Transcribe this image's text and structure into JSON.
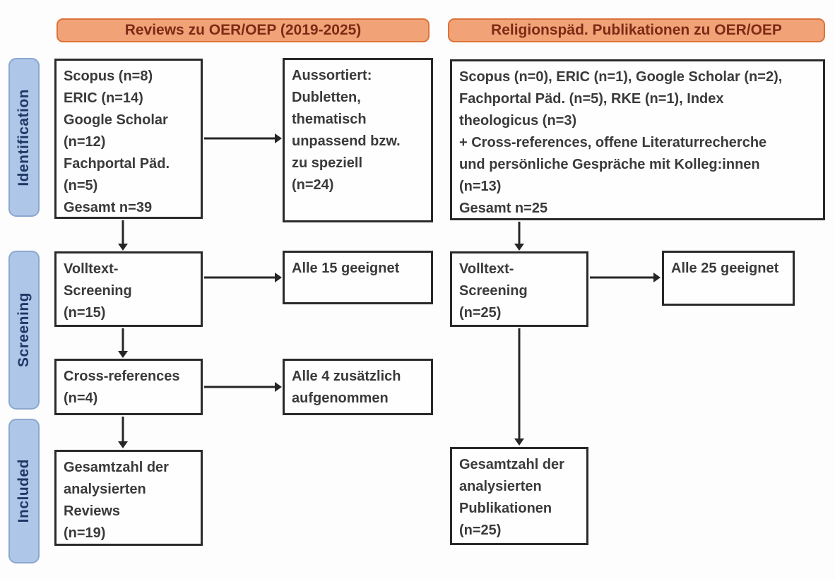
{
  "colors": {
    "header_fill": "#f1a377",
    "header_border": "#dd7239",
    "header_text": "#7e2a16",
    "stage_fill": "#aec6e8",
    "stage_border": "#8ba7cf",
    "stage_text": "#1f3864",
    "box_border": "#2a2a2a",
    "box_text": "#3a3a3a",
    "arrow": "#262626"
  },
  "headers": {
    "left": "Reviews zu OER/OEP (2019-2025)",
    "right": "Religionspäd. Publikationen zu OER/OEP"
  },
  "stages": {
    "identification": "Identification",
    "screening": "Screening",
    "included": "Included"
  },
  "boxes": {
    "left_sources": {
      "lines": [
        "Scopus (n=8)",
        "ERIC (n=14)",
        "Google Scholar",
        "(n=12)",
        "Fachportal Päd.",
        "(n=5)",
        "Gesamt n=39"
      ]
    },
    "left_excluded": {
      "lines": [
        "Aussortiert:",
        "Dubletten,",
        "thematisch",
        "unpassend bzw.",
        "zu speziell",
        "(n=24)"
      ]
    },
    "left_fulltext": {
      "lines": [
        "Volltext-",
        "Screening",
        "(n=15)"
      ]
    },
    "left_fulltext_result": {
      "lines": [
        "Alle 15 geeignet"
      ]
    },
    "left_crossref": {
      "lines": [
        "Cross-references",
        "(n=4)"
      ]
    },
    "left_crossref_result": {
      "lines": [
        "Alle 4 zusätzlich",
        "aufgenommen"
      ]
    },
    "left_included": {
      "lines": [
        "Gesamtzahl der",
        "analysierten",
        "Reviews",
        "(n=19)"
      ]
    },
    "right_sources": {
      "lines": [
        "Scopus (n=0), ERIC (n=1), Google Scholar (n=2),",
        "Fachportal Päd. (n=5), RKE (n=1), Index",
        "theologicus (n=3)",
        "+ Cross-references, offene Literaturrecherche",
        "und persönliche Gespräche mit Kolleg:innen",
        "(n=13)",
        "Gesamt n=25"
      ]
    },
    "right_fulltext": {
      "lines": [
        "Volltext-",
        "Screening",
        "(n=25)"
      ]
    },
    "right_fulltext_result": {
      "lines": [
        "Alle 25 geeignet"
      ]
    },
    "right_included": {
      "lines": [
        "Gesamtzahl der",
        "analysierten",
        "Publikationen",
        "(n=25)"
      ]
    }
  }
}
